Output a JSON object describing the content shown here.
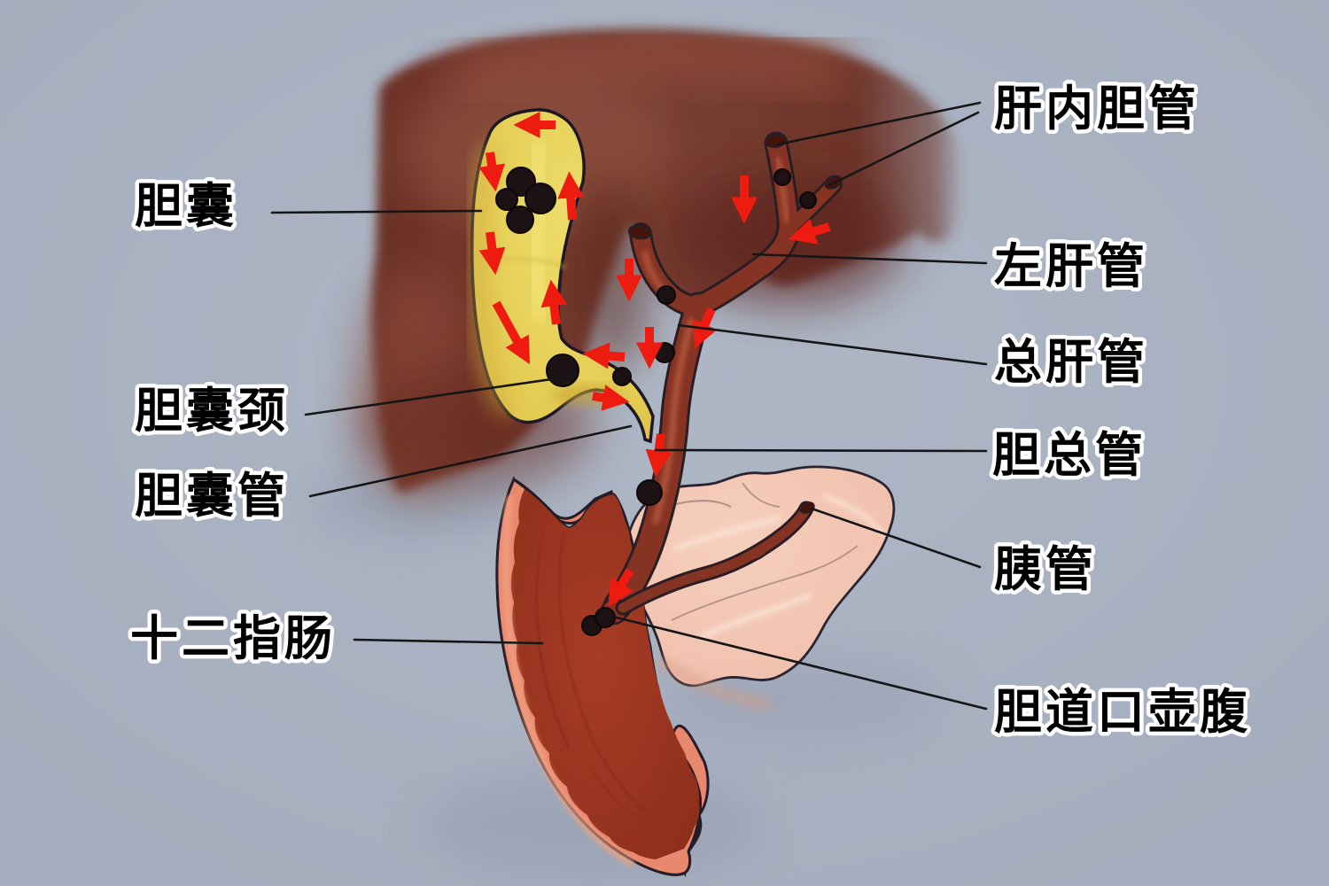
{
  "figure_type": "medical-anatomy-diagram",
  "topic": "biliary system with gallstones (bile flow diagram)",
  "labels": {
    "gallbladder": "胆囊",
    "gallbladder_neck": "胆囊颈",
    "cystic_duct": "胆囊管",
    "duodenum": "十二指肠",
    "intrahepatic_bile_ducts": "肝内胆管",
    "left_hepatic_duct": "左肝管",
    "common_hepatic_duct": "总肝管",
    "common_bile_duct": "胆总管",
    "pancreatic_duct": "胰管",
    "ampulla_of_bile_duct": "胆道口壶腹"
  },
  "colors": {
    "background": "#a9b2c2",
    "liver": "#6e352a",
    "gallbladder": "#e7d058",
    "duct": "#7e2e1f",
    "stone": "#1c1113",
    "flow_arrow": "#ee1b10",
    "duodenum_outer": "#e8886e",
    "duodenum_mucosa": "#a03723",
    "pancreas": "#f2c2b0",
    "label_text": "#000000",
    "label_outline": "#ffffff",
    "leader_line": "#161616"
  },
  "depicted_counts": {
    "gallbladder_stones": 4,
    "neck_stone": 1,
    "cystic_duct_stone": 1,
    "intrahepatic_duct_stones": 3,
    "hepatic_and_common_duct_stones": 2,
    "ampulla_stones": 2,
    "flow_arrows": 15
  }
}
